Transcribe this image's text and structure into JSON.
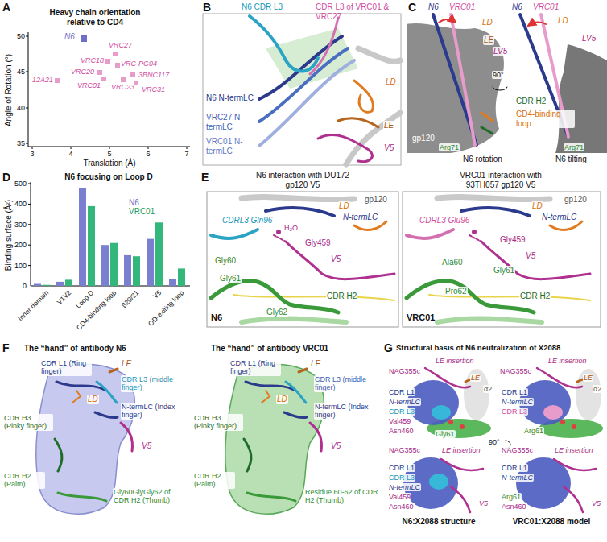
{
  "diagram": {
    "labels": [
      "A",
      "Heavy chain orientation relative to CD4",
      "Angle of Rotation (°)",
      "50",
      "45",
      "40",
      "35",
      "3",
      "4",
      "5",
      "6",
      "7",
      "Translation (Å)",
      "N6",
      "VRC27",
      "VRC18",
      "VRC-PG04",
      "VRC20",
      "3BNC117",
      "12A21",
      "VRC01",
      "VRC23",
      "VRC31",
      "B",
      "N6 CDR L3",
      "CDR L3 of VRC01 & VRC27",
      "N6 N-termLC",
      "VRC27 N-termLC",
      "VRC01 N-termLC",
      "LD",
      "LE",
      "V5",
      "C",
      "N6",
      "VRC01",
      "LD",
      "LE",
      "LV5",
      "N6",
      "VRC01",
      "LD",
      "LV5",
      "90°",
      "CDR H2",
      "CD4-binding loop",
      "gp120",
      "Arg71",
      "N6 rotation",
      "Arg71",
      "N6 tilting",
      "D",
      "N6 focusing on Loop D",
      "Binding surface (Å²)",
      "500",
      "400",
      "300",
      "200",
      "100",
      "0",
      "N6",
      "VRC01",
      "Inner domain",
      "V1V2",
      "Loop D",
      "CD4-binding loop",
      "β20/21",
      "V5",
      "OD-exiting loop",
      "E",
      "N6 interaction with DU172 gp120 V5",
      "VRC01 interaction with 93TH057 gp120 V5",
      "gp120",
      "LD",
      "N-termLC",
      "CDRL3 Gln96",
      "H₂O",
      "Gly459",
      "V5",
      "Gly60",
      "Gly61",
      "Gly62",
      "CDR H2",
      "N6",
      "gp120",
      "LD",
      "N-termLC",
      "CDRL3 Glu96",
      "Gly459",
      "V5",
      "Ala60",
      "Gly61",
      "Pro62",
      "CDR H2",
      "VRC01",
      "F",
      "The “hand” of antibody N6",
      "The “hand” of antibody VRC01",
      "CDR L1 (Ring finger)",
      "LE",
      "CDR L3 (middle finger)",
      "LD",
      "N-termLC (Index finger)",
      "CDR H3 (Pinky finger)",
      "V5",
      "CDR H2 (Palm)",
      "Gly60GlyGly62 of CDR H2 (Thumb)",
      "CDR L1 (Ring finger)",
      "LE",
      "CDR L3 (middle finger)",
      "LD",
      "N-termLC (Index finger)",
      "CDR H3 (Pinky finger)",
      "V5",
      "CDR H2 (Palm)",
      "Residue 60-62 of CDR H2 (Thumb)",
      "G",
      "Structural basis of N6 neutralization of X2088",
      "LE insertion",
      "NAG355c",
      "LE",
      "α2",
      "CDR L1",
      "N-termLC",
      "CDR L3",
      "Val459",
      "Asn460",
      "Gly61",
      "LE insertion",
      "NAG355c",
      "LE",
      "α2",
      "CDR L1",
      "N-termLC",
      "CDR L3",
      "Arg61",
      "90°",
      "LE insertion",
      "NAG355c",
      "CDR L1",
      "CDR L3",
      "N-termLC",
      "Val459",
      "Asn460",
      "V5",
      "LE insertion",
      "NAG355c",
      "CDR L1",
      "N-termLC",
      "Arg61",
      "Asn460",
      "V5",
      "N6:X2088 structure",
      "VRC01:X2088 model"
    ]
  }
}
